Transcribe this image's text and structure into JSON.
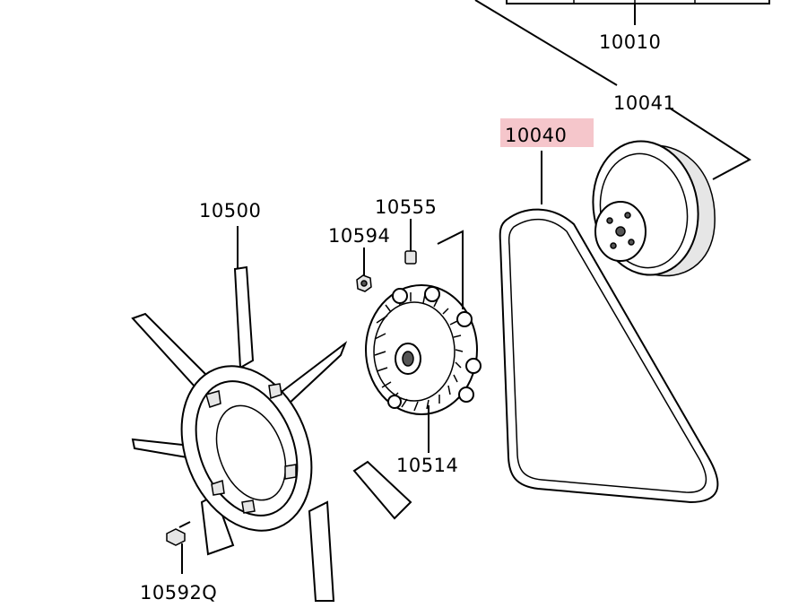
{
  "parts": [
    {
      "id": "p10010",
      "number": "10010",
      "highlighted": false
    },
    {
      "id": "p10041",
      "number": "10041",
      "highlighted": false
    },
    {
      "id": "p10040",
      "number": "10040",
      "highlighted": true
    },
    {
      "id": "p10555",
      "number": "10555",
      "highlighted": false
    },
    {
      "id": "p10500",
      "number": "10500",
      "highlighted": false
    },
    {
      "id": "p10594",
      "number": "10594",
      "highlighted": false
    },
    {
      "id": "p10514",
      "number": "10514",
      "highlighted": false
    },
    {
      "id": "p10592Q",
      "number": "10592Q",
      "highlighted": false
    }
  ],
  "colors": {
    "highlight": "#f5c6cb",
    "line": "#000000",
    "background": "#ffffff"
  }
}
